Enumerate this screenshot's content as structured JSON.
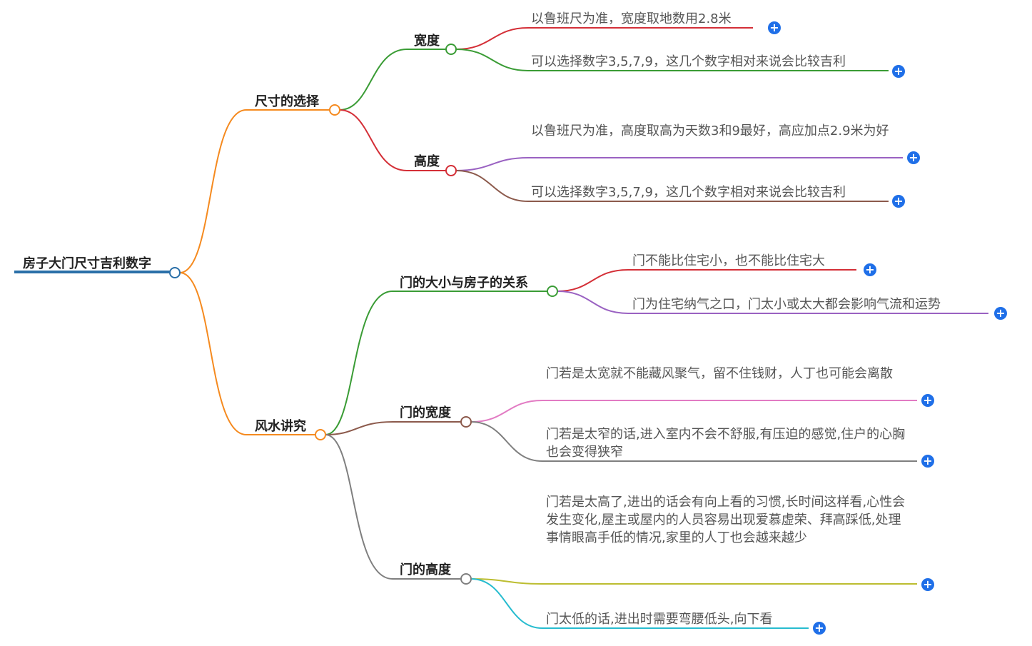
{
  "root": {
    "label": "房子大门尺寸吉利数字"
  },
  "branches": [
    {
      "label": "尺寸的选择",
      "children": [
        {
          "label": "宽度",
          "children": [
            {
              "label": "以鲁班尺为准，宽度取地数用2.8米"
            },
            {
              "label": "可以选择数字3,5,7,9，这几个数字相对来说会比较吉利"
            }
          ]
        },
        {
          "label": "高度",
          "children": [
            {
              "label": "以鲁班尺为准，高度取高为天数3和9最好，高应加点2.9米为好"
            },
            {
              "label": "可以选择数字3,5,7,9，这几个数字相对来说会比较吉利"
            }
          ]
        }
      ]
    },
    {
      "label": "风水讲究",
      "children": [
        {
          "label": "门的大小与房子的关系",
          "children": [
            {
              "label": "门不能比住宅小，也不能比住宅大"
            },
            {
              "label": "门为住宅纳气之口，门太小或太大都会影响气流和运势"
            }
          ]
        },
        {
          "label": "门的宽度",
          "children": [
            {
              "label": "门若是太宽就不能藏风聚气，留不住钱财，人丁也可能会离散"
            },
            {
              "label": "门若是太窄的话,进入室内不会不舒服,有压迫的感觉,住户的心胸也会变得狭窄"
            }
          ]
        },
        {
          "label": "门的高度",
          "children": [
            {
              "label": "门若是太高了,进出的话会有向上看的习惯,长时间这样看,心性会发生变化,屋主或屋内的人员容易出现爱慕虚荣、拜高踩低,处理事情眼高手低的情况,家里的人丁也会越来越少"
            },
            {
              "label": "门太低的话,进出时需要弯腰低头,向下看"
            }
          ]
        }
      ]
    }
  ],
  "expand_icon": "+",
  "colors": {
    "root": "#2a6fa8",
    "orange": "#f58a1f",
    "green": "#3a9c35",
    "red": "#d42f37",
    "purple": "#9a62c2",
    "brown": "#8c5a4c",
    "pink": "#e27bc3",
    "gray": "#7f7f7f",
    "olive": "#bcbd30",
    "cyan": "#27bccf",
    "plus": "#1f6fe8"
  }
}
